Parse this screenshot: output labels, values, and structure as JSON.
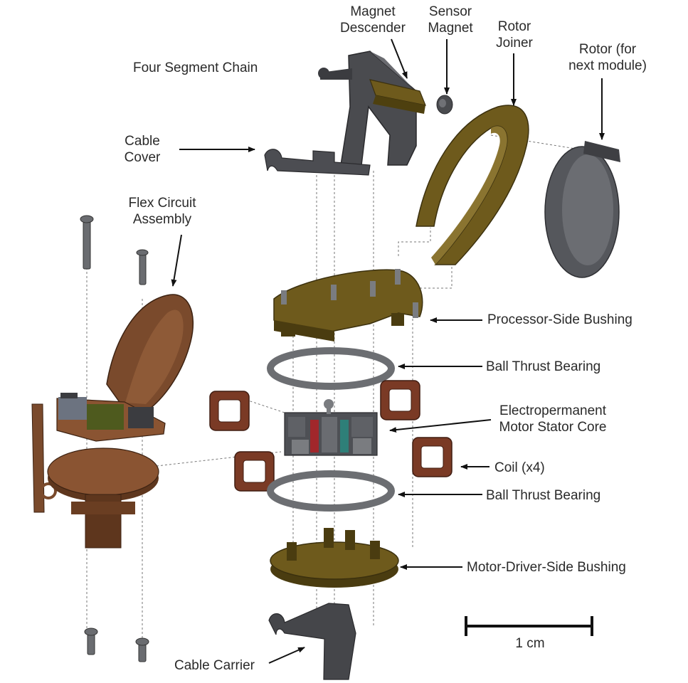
{
  "labels": {
    "magnet_descender": "Magnet\nDescender",
    "sensor_magnet": "Sensor\nMagnet",
    "rotor_joiner": "Rotor\nJoiner",
    "rotor_next": "Rotor (for\nnext module)",
    "four_segment_chain": "Four Segment Chain",
    "cable_cover": "Cable\nCover",
    "flex_circuit_assembly": "Flex Circuit\nAssembly",
    "processor_side_bushing": "Processor-Side Bushing",
    "ball_thrust_bearing_top": "Ball Thrust  Bearing",
    "electropermanent_core": "Electropermanent\nMotor Stator Core",
    "coil": "Coil (x4)",
    "ball_thrust_bearing_bottom": "Ball Thrust  Bearing",
    "motor_driver_bushing": "Motor-Driver-Side Bushing",
    "cable_carrier": "Cable Carrier",
    "scale_bar": "1 cm"
  },
  "colors": {
    "brown": "#7a4a2c",
    "olive": "#6e5a1c",
    "gray": "#5a5c60",
    "dark": "#3b3c40",
    "teal": "#2e7f78",
    "red": "#a1272b"
  }
}
